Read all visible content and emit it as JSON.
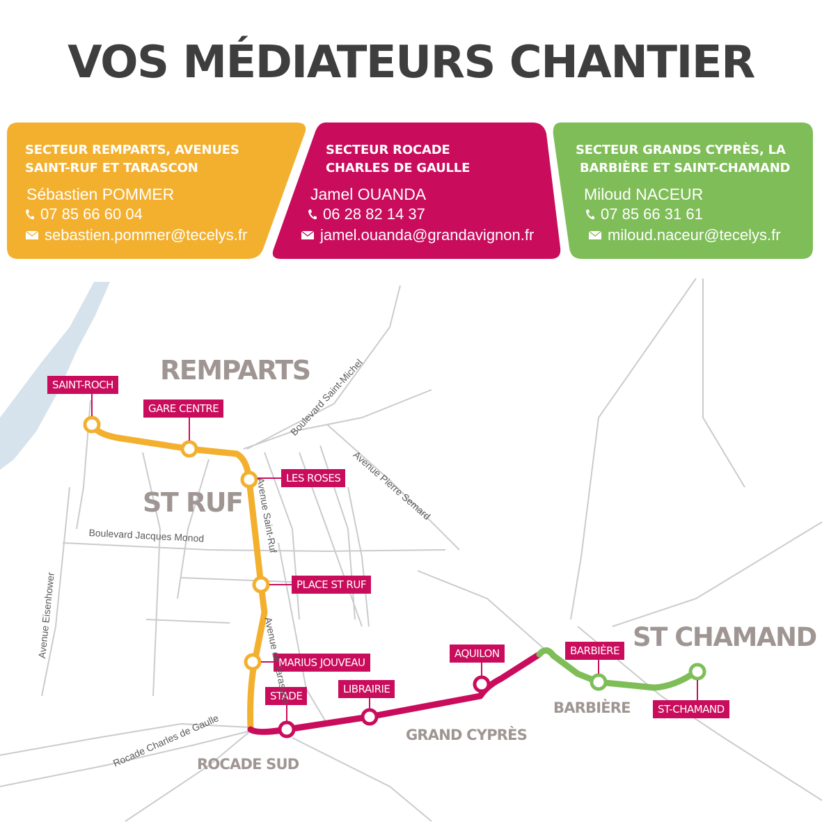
{
  "title": "VOS MÉDIATEURS CHANTIER",
  "colors": {
    "orange": "#f3b02f",
    "magenta": "#c90c5c",
    "green": "#7fbd58",
    "river": "#d6e3ec",
    "roads": "#c9cbcd",
    "text_dark": "#3f3e3f",
    "area_text": "#9f9693"
  },
  "sectors": [
    {
      "heading_1": "SECTEUR REMPARTS, AVENUES",
      "heading_2": "SAINT-RUF ET TARASCON",
      "first_name": "Sébastien",
      "last_name": "POMMER",
      "phone": "07 85 66 60 04",
      "email": "sebastien.pommer@tecelys.fr",
      "phone_icon": "phone-icon",
      "email_icon": "envelope-icon"
    },
    {
      "heading_1": "SECTEUR ROCADE",
      "heading_2": "CHARLES DE GAULLE",
      "first_name": "Jamel",
      "last_name": "OUANDA",
      "phone": "06 28 82 14 37",
      "email": "jamel.ouanda@grandavignon.fr",
      "phone_icon": "phone-icon",
      "email_icon": "envelope-icon"
    },
    {
      "heading_1": "SECTEUR GRANDS CYPRÈS, LA",
      "heading_2": "BARBIÈRE ET SAINT-CHAMAND",
      "first_name": "Miloud",
      "last_name": "NACEUR",
      "phone": "07 85 66 31 61",
      "email": "miloud.naceur@tecelys.fr",
      "phone_icon": "phone-icon",
      "email_icon": "envelope-icon"
    }
  ],
  "map": {
    "areas": [
      "REMPARTS",
      "ST RUF",
      "ROCADE SUD",
      "GRAND CYPRÈS",
      "BARBIÈRE",
      "ST CHAMAND"
    ],
    "stations": [
      "SAINT-ROCH",
      "GARE CENTRE",
      "LES ROSES",
      "PLACE ST RUF",
      "MARIUS JOUVEAU",
      "STADE",
      "LIBRAIRIE",
      "AQUILON",
      "BARBIÈRE",
      "ST-CHAMAND"
    ],
    "streets": [
      "Boulevard Saint-Michel",
      "Avenue Pierre Semard",
      "Avenue Saint-Ruf",
      "Boulevard Jacques Monod",
      "Avenue Eisenhower",
      "Avenue de Tarascon",
      "Rocade Charles de Gaulle"
    ]
  }
}
